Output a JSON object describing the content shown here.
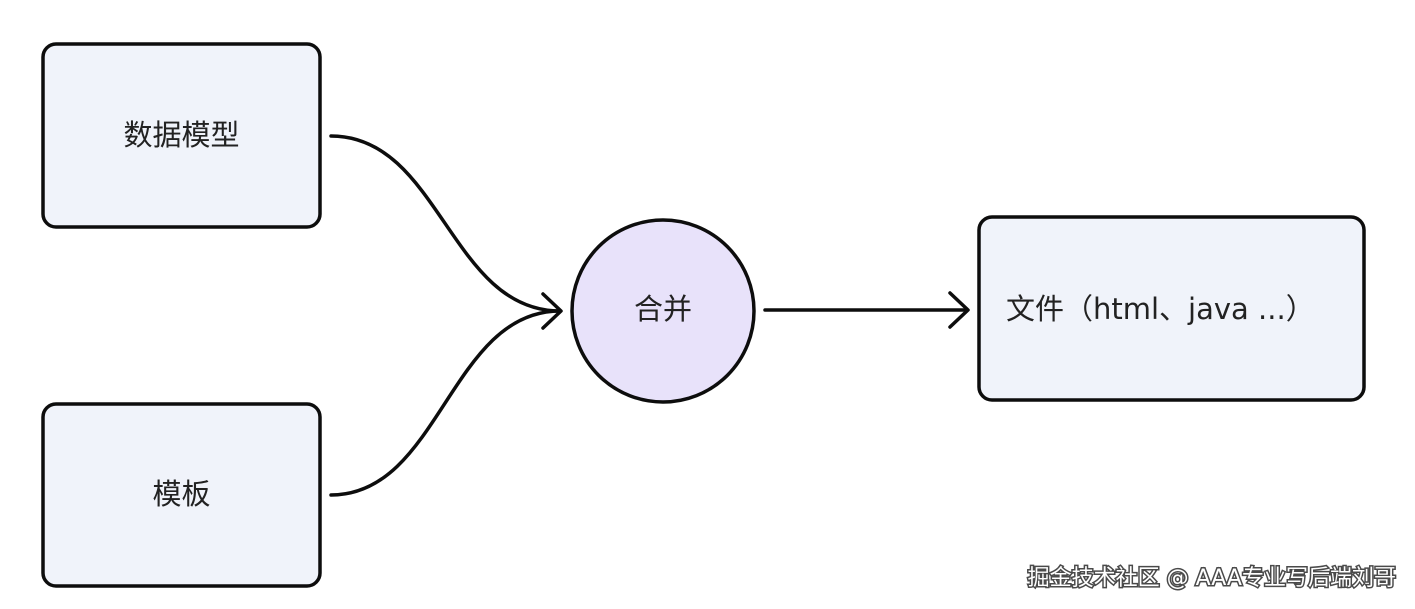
{
  "nodes": {
    "data_model": {
      "label": "数据模型"
    },
    "template": {
      "label": "模板"
    },
    "merge": {
      "label": "合并"
    },
    "output_file": {
      "label": "文件（html、java ...）"
    }
  },
  "edges": [
    {
      "from": "data_model",
      "to": "merge"
    },
    {
      "from": "template",
      "to": "merge"
    },
    {
      "from": "merge",
      "to": "output_file"
    }
  ],
  "colors": {
    "box_fill": "#f0f3fa",
    "circle_fill": "#e8e2fa",
    "stroke": "#0d0d0d"
  },
  "watermark": "掘金技术社区 @ AAA专业写后端刘哥"
}
